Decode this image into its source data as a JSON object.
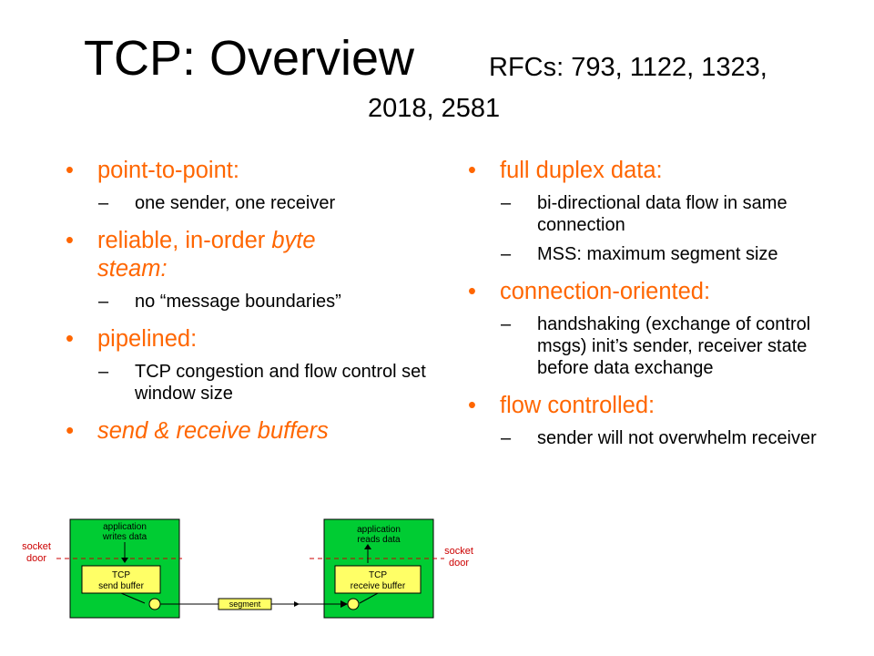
{
  "title": {
    "main": "TCP: Overview",
    "rfc_line1": "RFCs: 793, 1122, 1323,",
    "rfc_line2": "2018, 2581"
  },
  "left_column": {
    "b1": "point-to-point:",
    "b1_s1": "one sender, one receiver",
    "b2_part1": "reliable, in-order ",
    "b2_italic": "byte",
    "b2_part2": "steam:",
    "b2_s1": "no “message boundaries”",
    "b3": "pipelined:",
    "b3_s1": "TCP congestion and flow control set window size",
    "b4": "send & receive buffers"
  },
  "right_column": {
    "b1": "full duplex data:",
    "b1_s1": "bi-directional data flow in same connection",
    "b1_s2": "MSS: maximum segment size",
    "b2": "connection-oriented:",
    "b2_s1": "handshaking (exchange of control msgs) init’s sender, receiver state before data exchange",
    "b3": "flow controlled:",
    "b3_s1": "sender will not overwhelm receiver"
  },
  "diagram": {
    "left_app": [
      "application",
      "writes data"
    ],
    "right_app": [
      "application",
      "reads data"
    ],
    "left_tcp": [
      "TCP",
      "send buffer"
    ],
    "right_tcp": [
      "TCP",
      "receive buffer"
    ],
    "left_socket": [
      "socket",
      "door"
    ],
    "right_socket": [
      "socket",
      "door"
    ],
    "segment": "segment",
    "colors": {
      "host": "#00cc33",
      "buffer": "#ffff66",
      "label": "#cc0000"
    }
  }
}
